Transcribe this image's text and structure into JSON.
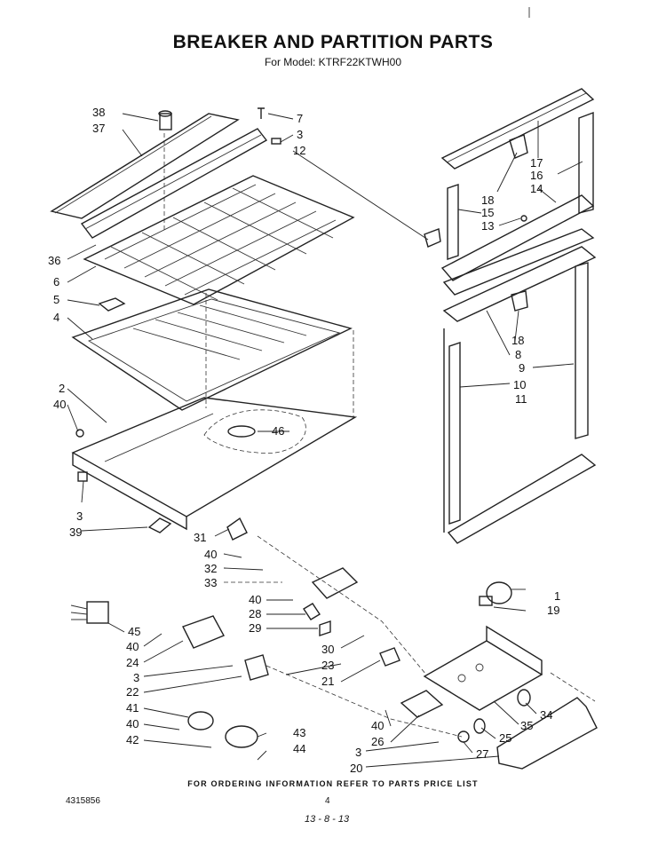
{
  "header": {
    "title": "BREAKER AND PARTITION PARTS",
    "model_line": "For Model: KTRF22KTWH00"
  },
  "footer": {
    "ordering_note": "FOR ORDERING INFORMATION REFER TO PARTS PRICE LIST",
    "document_number": "4315856",
    "page_number": "4",
    "date_mark": "13 - 8 - 13"
  },
  "callouts": {
    "c38": "38",
    "c37": "37",
    "c7": "7",
    "c3a": "3",
    "c12": "12",
    "c36": "36",
    "c6": "6",
    "c5": "5",
    "c4": "4",
    "c2": "2",
    "c40a": "40",
    "c46": "46",
    "c3b": "3",
    "c39": "39",
    "c17": "17",
    "c16": "16",
    "c14": "14",
    "c18a": "18",
    "c15": "15",
    "c13": "13",
    "c18b": "18",
    "c8": "8",
    "c9": "9",
    "c10": "10",
    "c11": "11",
    "c31": "31",
    "c40b": "40",
    "c32": "32",
    "c33": "33",
    "c40c": "40",
    "c28": "28",
    "c29": "29",
    "c30": "30",
    "c23": "23",
    "c21": "21",
    "c1": "1",
    "c19": "19",
    "c45": "45",
    "c40d": "40",
    "c24": "24",
    "c3c": "3",
    "c22": "22",
    "c41": "41",
    "c40e": "40",
    "c42": "42",
    "c43": "43",
    "c44": "44",
    "c40f": "40",
    "c26": "26",
    "c3d": "3",
    "c20": "20",
    "c27": "27",
    "c25": "25",
    "c35": "35",
    "c34": "34"
  }
}
